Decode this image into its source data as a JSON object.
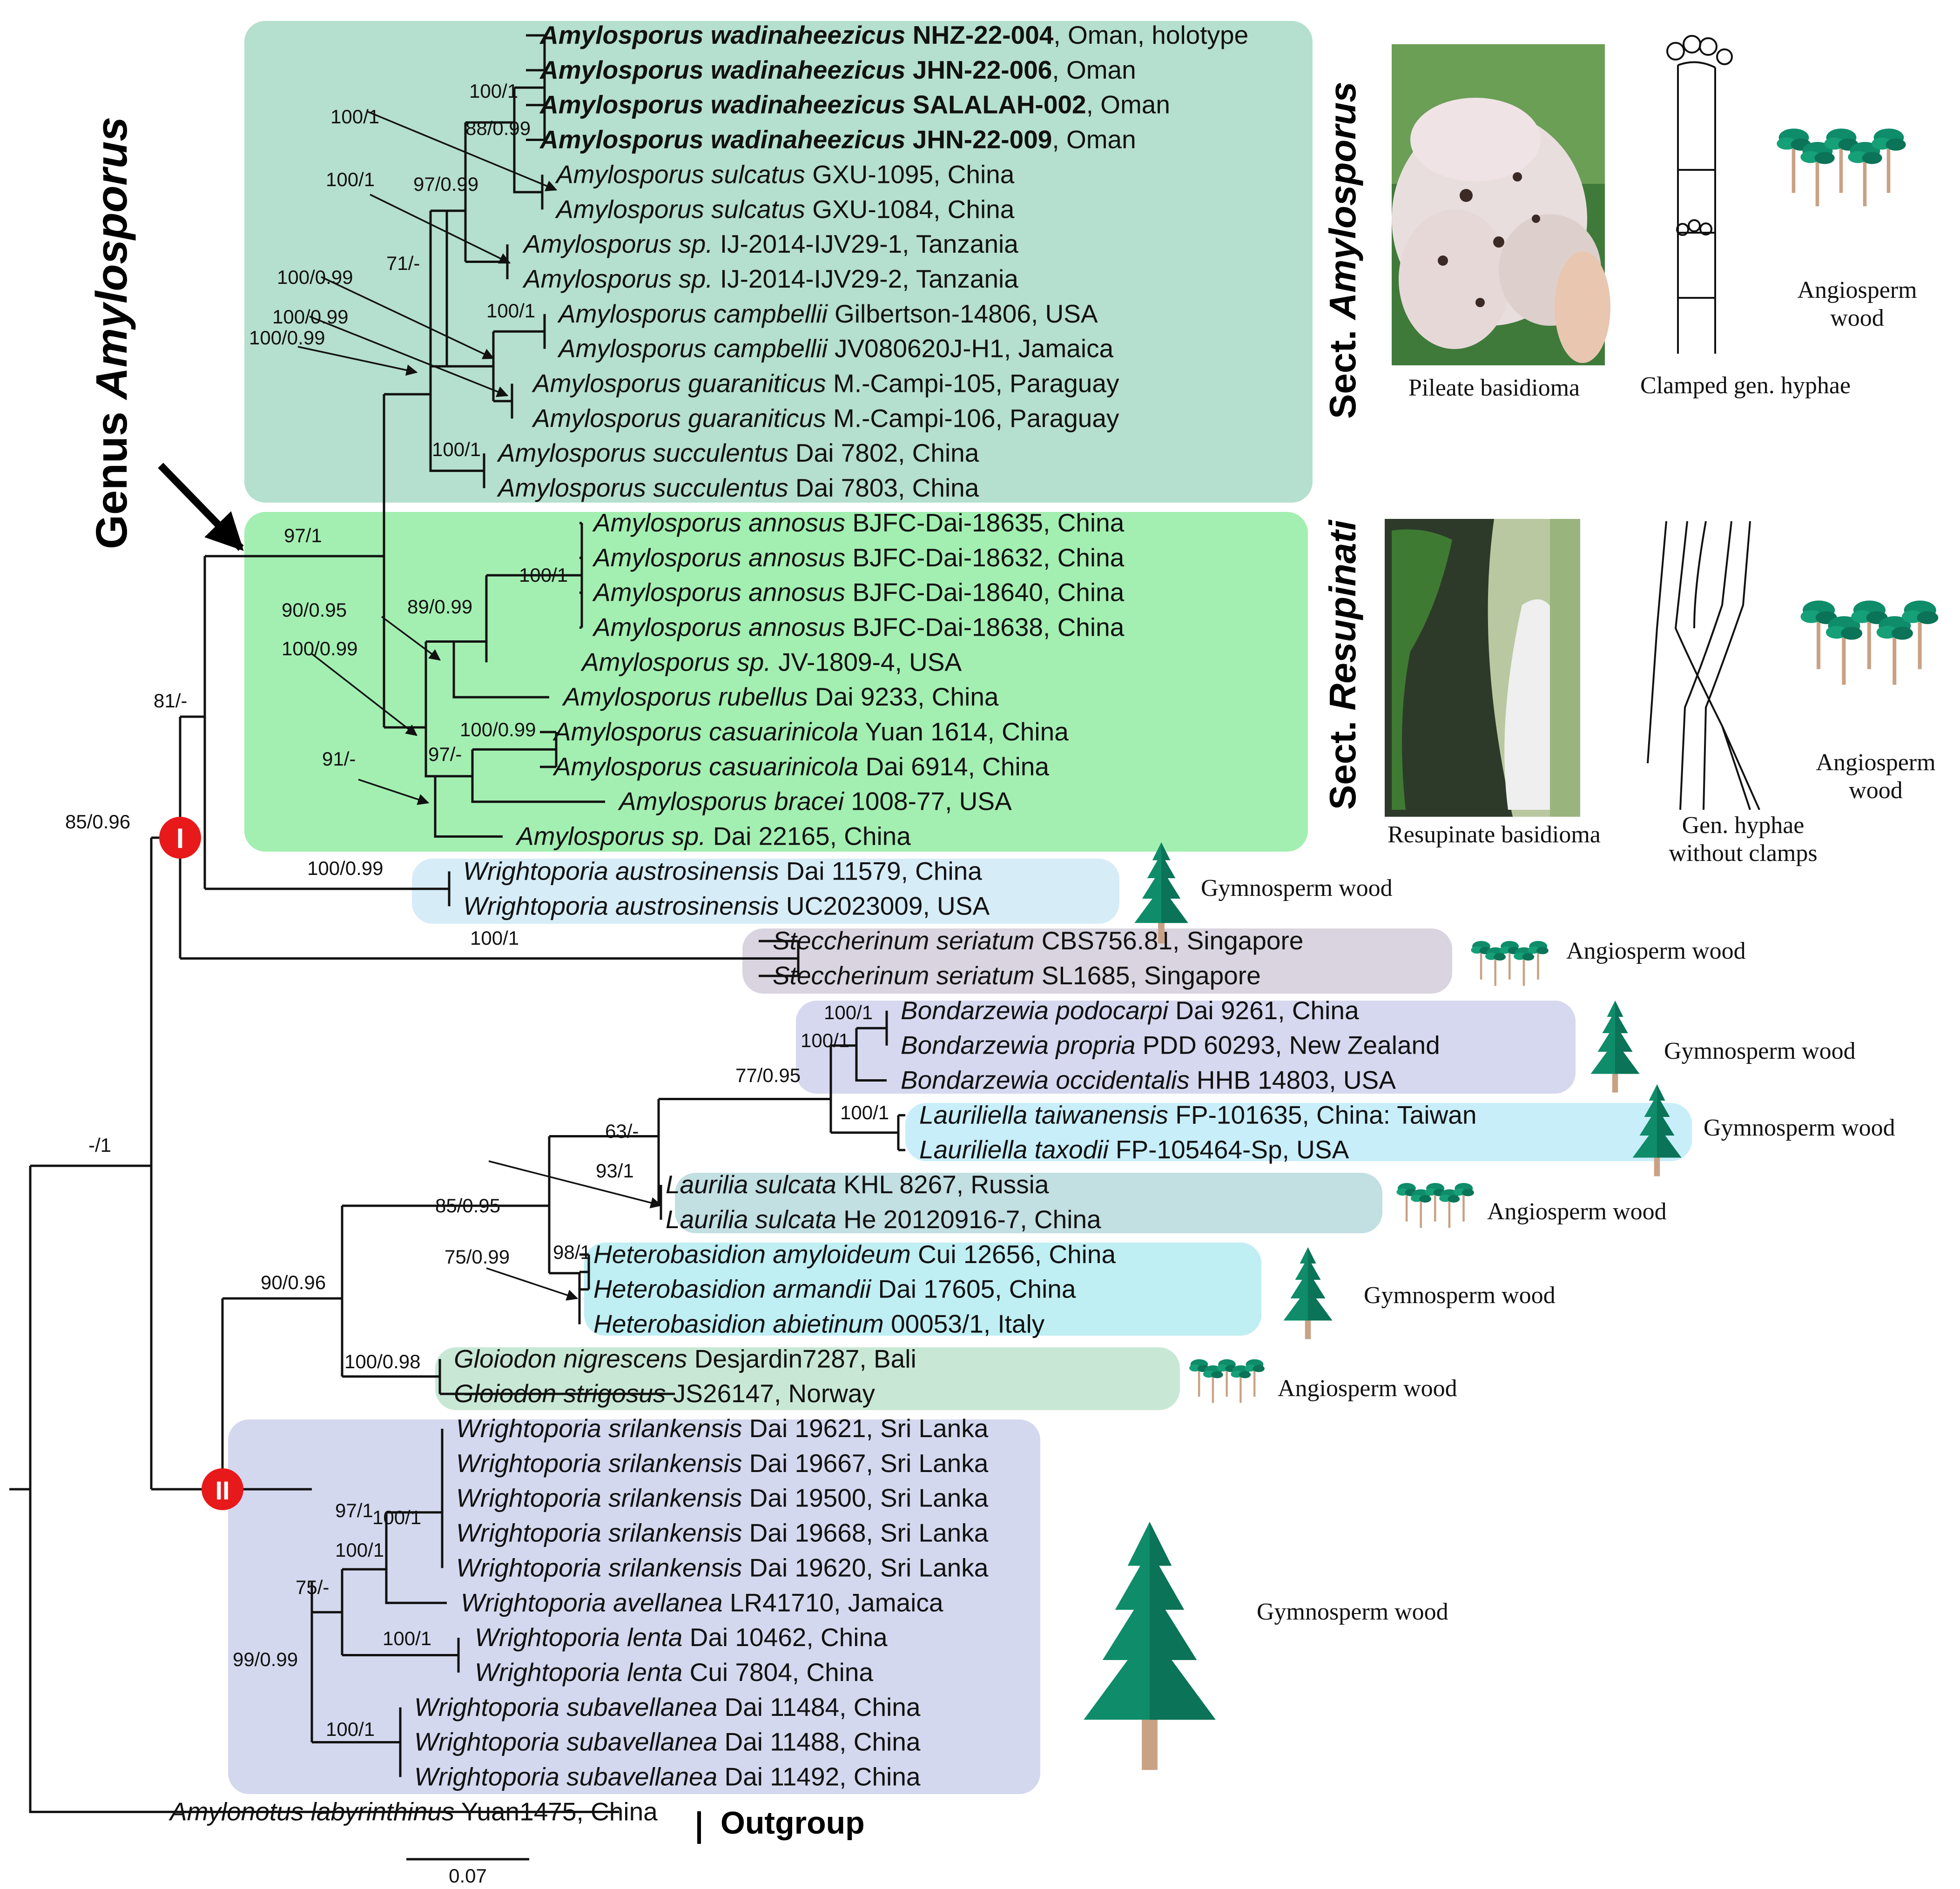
{
  "genus_label": {
    "prefix": "Genus ",
    "name": "Amylosporus"
  },
  "sections": [
    {
      "prefix": "Sect. ",
      "name": "Amylosporus"
    },
    {
      "prefix": "Sect. ",
      "name": "Resupinati"
    }
  ],
  "clade_markers": [
    "I",
    "II"
  ],
  "outgroup_label": "Outgroup",
  "scale_bar": "0.07",
  "colors": {
    "amylosporus_box": "#b5dfcf",
    "resupinati_box": "#a3efb1",
    "wrightoporia_austro_box": "#d6ecf7",
    "steccherinum_box": "#d9d4df",
    "bondarzewia_box": "#d6d8ef",
    "lauriliella_box": "#c8eefa",
    "laurilia_box": "#c2dfe2",
    "heterobasidion_box": "#bfeef3",
    "gloiodon_box": "#c8e8d5",
    "wrightoporia_II_box": "#d3d8ee",
    "clade_marker": "#e8191b",
    "tree_green": "#0f8c6a",
    "trunk": "#c9a184"
  },
  "taxa": [
    {
      "genus": "Amylosporus",
      "epithet": "wadinaheezicus",
      "strain": "NHZ-22-004",
      "rest": ", Oman, holotype",
      "bold": true
    },
    {
      "genus": "Amylosporus",
      "epithet": "wadinaheezicus",
      "strain": "JHN-22-006",
      "rest": ", Oman",
      "bold": true
    },
    {
      "genus": "Amylosporus",
      "epithet": "wadinaheezicus",
      "strain": "SALALAH-002",
      "rest": ", Oman",
      "bold": true
    },
    {
      "genus": "Amylosporus",
      "epithet": "wadinaheezicus",
      "strain": "JHN-22-009",
      "rest": ", Oman",
      "bold": true
    },
    {
      "genus": "Amylosporus",
      "epithet": "sulcatus",
      "strain": "GXU-1095",
      "rest": ", China"
    },
    {
      "genus": "Amylosporus",
      "epithet": "sulcatus",
      "strain": "GXU-1084",
      "rest": ", China"
    },
    {
      "genus": "Amylosporus",
      "epithet": "sp.",
      "strain": "IJ-2014-IJV29-1",
      "rest": ", Tanzania"
    },
    {
      "genus": "Amylosporus",
      "epithet": "sp.",
      "strain": "IJ-2014-IJV29-2",
      "rest": ", Tanzania"
    },
    {
      "genus": "Amylosporus",
      "epithet": "campbellii",
      "strain": "Gilbertson-14806",
      "rest": ", USA"
    },
    {
      "genus": "Amylosporus",
      "epithet": "campbellii",
      "strain": "JV080620J-H1",
      "rest": ", Jamaica"
    },
    {
      "genus": "Amylosporus",
      "epithet": "guaraniticus",
      "strain": "M.-Campi-105",
      "rest": ", Paraguay"
    },
    {
      "genus": "Amylosporus",
      "epithet": "guaraniticus",
      "strain": "M.-Campi-106",
      "rest": ", Paraguay"
    },
    {
      "genus": "Amylosporus",
      "epithet": "succulentus",
      "strain": "Dai 7802",
      "rest": ", China"
    },
    {
      "genus": "Amylosporus",
      "epithet": "succulentus",
      "strain": "Dai 7803",
      "rest": ", China"
    },
    {
      "genus": "Amylosporus",
      "epithet": "annosus",
      "strain": "BJFC-Dai-18635",
      "rest": ", China"
    },
    {
      "genus": "Amylosporus",
      "epithet": "annosus",
      "strain": "BJFC-Dai-18632",
      "rest": ", China"
    },
    {
      "genus": "Amylosporus",
      "epithet": "annosus",
      "strain": "BJFC-Dai-18640",
      "rest": ", China"
    },
    {
      "genus": "Amylosporus",
      "epithet": "annosus",
      "strain": "BJFC-Dai-18638",
      "rest": ", China"
    },
    {
      "genus": "Amylosporus",
      "epithet": "sp.",
      "strain": "JV-1809-4",
      "rest": ", USA"
    },
    {
      "genus": "Amylosporus",
      "epithet": "rubellus",
      "strain": "Dai 9233",
      "rest": ", China"
    },
    {
      "genus": "Amylosporus",
      "epithet": "casuarinicola",
      "strain": "Yuan 1614",
      "rest": ", China"
    },
    {
      "genus": "Amylosporus",
      "epithet": "casuarinicola",
      "strain": "Dai 6914",
      "rest": ", China"
    },
    {
      "genus": "Amylosporus",
      "epithet": "bracei",
      "strain": "1008-77",
      "rest": ", USA"
    },
    {
      "genus": "Amylosporus",
      "epithet": "sp.",
      "strain": "Dai 22165",
      "rest": ", China"
    },
    {
      "genus": "Wrightoporia",
      "epithet": "austrosinensis",
      "strain": "Dai 11579",
      "rest": ", China"
    },
    {
      "genus": "Wrightoporia",
      "epithet": "austrosinensis",
      "strain": "UC2023009",
      "rest": ", USA"
    },
    {
      "genus": "Steccherinum",
      "epithet": "seriatum",
      "strain": "CBS756.81",
      "rest": ", Singapore"
    },
    {
      "genus": "Steccherinum",
      "epithet": "seriatum",
      "strain": "SL1685",
      "rest": ", Singapore"
    },
    {
      "genus": "Bondarzewia",
      "epithet": "podocarpi",
      "strain": "Dai 9261",
      "rest": ", China"
    },
    {
      "genus": "Bondarzewia",
      "epithet": "propria",
      "strain": "PDD 60293",
      "rest": ", New Zealand"
    },
    {
      "genus": "Bondarzewia",
      "epithet": "occidentalis",
      "strain": "HHB 14803",
      "rest": ", USA"
    },
    {
      "genus": "Lauriliella",
      "epithet": "taiwanensis",
      "strain": "FP-101635",
      "rest": ", China: Taiwan"
    },
    {
      "genus": "Lauriliella",
      "epithet": "taxodii",
      "strain": " FP-105464-Sp",
      "rest": ", USA"
    },
    {
      "genus": "Laurilia",
      "epithet": "sulcata",
      "strain": "KHL 8267",
      "rest": ", Russia"
    },
    {
      "genus": "Laurilia",
      "epithet": "sulcata",
      "strain": "He 20120916-7",
      "rest": ", China"
    },
    {
      "genus": "Heterobasidion",
      "epithet": "amyloideum",
      "strain": "Cui 12656",
      "rest": ", China"
    },
    {
      "genus": "Heterobasidion",
      "epithet": "armandii",
      "strain": "Dai 17605",
      "rest": ", China"
    },
    {
      "genus": "Heterobasidion",
      "epithet": "abietinum",
      "strain": "00053/1",
      "rest": ", Italy"
    },
    {
      "genus": "Gloiodon",
      "epithet": "nigrescens",
      "strain": "Desjardin7287",
      "rest": ", Bali"
    },
    {
      "genus": "Gloiodon",
      "epithet": "strigosus",
      "strain": "JS26147",
      "rest": ", Norway"
    },
    {
      "genus": "Wrightoporia",
      "epithet": "srilankensis",
      "strain": "Dai 19621",
      "rest": ", Sri Lanka"
    },
    {
      "genus": "Wrightoporia",
      "epithet": "srilankensis",
      "strain": "Dai 19667",
      "rest": ", Sri Lanka"
    },
    {
      "genus": "Wrightoporia",
      "epithet": "srilankensis",
      "strain": "Dai 19500",
      "rest": ", Sri Lanka"
    },
    {
      "genus": "Wrightoporia",
      "epithet": "srilankensis",
      "strain": "Dai 19668",
      "rest": ", Sri Lanka"
    },
    {
      "genus": "Wrightoporia",
      "epithet": "srilankensis",
      "strain": "Dai 19620",
      "rest": ", Sri Lanka"
    },
    {
      "genus": "Wrightoporia",
      "epithet": "avellanea",
      "strain": "LR41710",
      "rest": ", Jamaica"
    },
    {
      "genus": "Wrightoporia",
      "epithet": "lenta",
      "strain": "Dai 10462",
      "rest": ", China"
    },
    {
      "genus": "Wrightoporia",
      "epithet": "lenta",
      "strain": "Cui 7804",
      "rest": ", China"
    },
    {
      "genus": "Wrightoporia",
      "epithet": "subavellanea",
      "strain": "Dai 11484",
      "rest": ", China"
    },
    {
      "genus": "Wrightoporia",
      "epithet": "subavellanea",
      "strain": "Dai 11488",
      "rest": ", China"
    },
    {
      "genus": "Wrightoporia",
      "epithet": "subavellanea",
      "strain": "Dai 11492",
      "rest": ", China"
    },
    {
      "genus": "Amylonotus",
      "epithet": "labyrinthinus",
      "strain": "Yuan1475",
      "rest": ", China"
    }
  ],
  "supports": [
    "100/1",
    "88/0.99",
    "100/1",
    "100/1",
    "97/0.99",
    "71/-",
    "100/0.99",
    "100/0.99",
    "100/0.99",
    "100/1",
    "100/1",
    "97/1",
    "100/1",
    "89/0.99",
    "90/0.95",
    "100/0.99",
    "100/0.99",
    "97/-",
    "91/-",
    "81/-",
    "85/0.96",
    "100/0.99",
    "100/1",
    "100/1",
    "100/1",
    "77/0.95",
    "100/1",
    "63/-",
    "93/1",
    "85/0.95",
    "98/1",
    "75/0.99",
    "90/0.96",
    "100/0.98",
    "100/1",
    "100/1",
    "97/1",
    "75/-",
    "100/1",
    "99/0.99",
    "100/1",
    "-/1"
  ],
  "side_labels": [
    "Pileate basidioma",
    "Clamped gen. hyphae",
    "Angiosperm",
    "wood",
    "Resupinate basidioma",
    "Gen. hyphae",
    "without clamps",
    "Angiosperm",
    "wood",
    "Gymnosperm wood",
    "Angiosperm wood",
    "Gymnosperm wood",
    "Gymnosperm wood",
    "Angiosperm wood",
    "Gymnosperm wood",
    "Angiosperm wood",
    "Gymnosperm wood"
  ]
}
